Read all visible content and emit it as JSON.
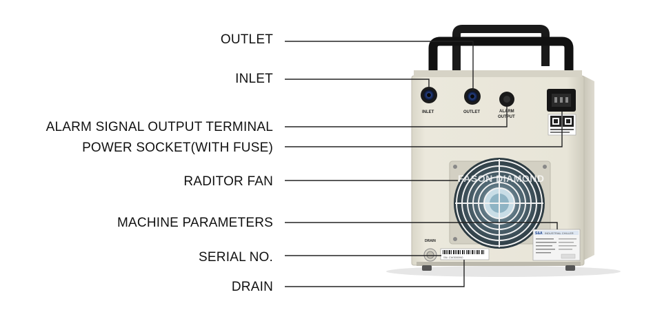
{
  "callouts": [
    {
      "id": "outlet",
      "label": "OUTLET"
    },
    {
      "id": "inlet",
      "label": "INLET"
    },
    {
      "id": "alarm",
      "label": "ALARM SIGNAL OUTPUT TERMINAL"
    },
    {
      "id": "power",
      "label": "POWER SOCKET(WITH FUSE)"
    },
    {
      "id": "fan",
      "label": "RADITOR FAN"
    },
    {
      "id": "params",
      "label": "MACHINE PARAMETERS"
    },
    {
      "id": "serial",
      "label": "SERIAL NO."
    },
    {
      "id": "drain",
      "label": "DRAIN"
    }
  ],
  "panel": {
    "inlet_text": "INLET",
    "outlet_text": "OUTLET",
    "alarm_text_1": "ALARM",
    "alarm_text_2": "OUTPUT",
    "drain_text": "DRAIN",
    "watermark": "FASON DIAMOND",
    "plate_brand": "S&A",
    "plate_title": "INDUSTRIAL CHILLER",
    "serial_text": "SN: CW3000N0"
  },
  "colors": {
    "body": "#e9e6da",
    "handle": "#1a1a1a",
    "fan_grill": "#ffffff",
    "leader": "#222222"
  }
}
